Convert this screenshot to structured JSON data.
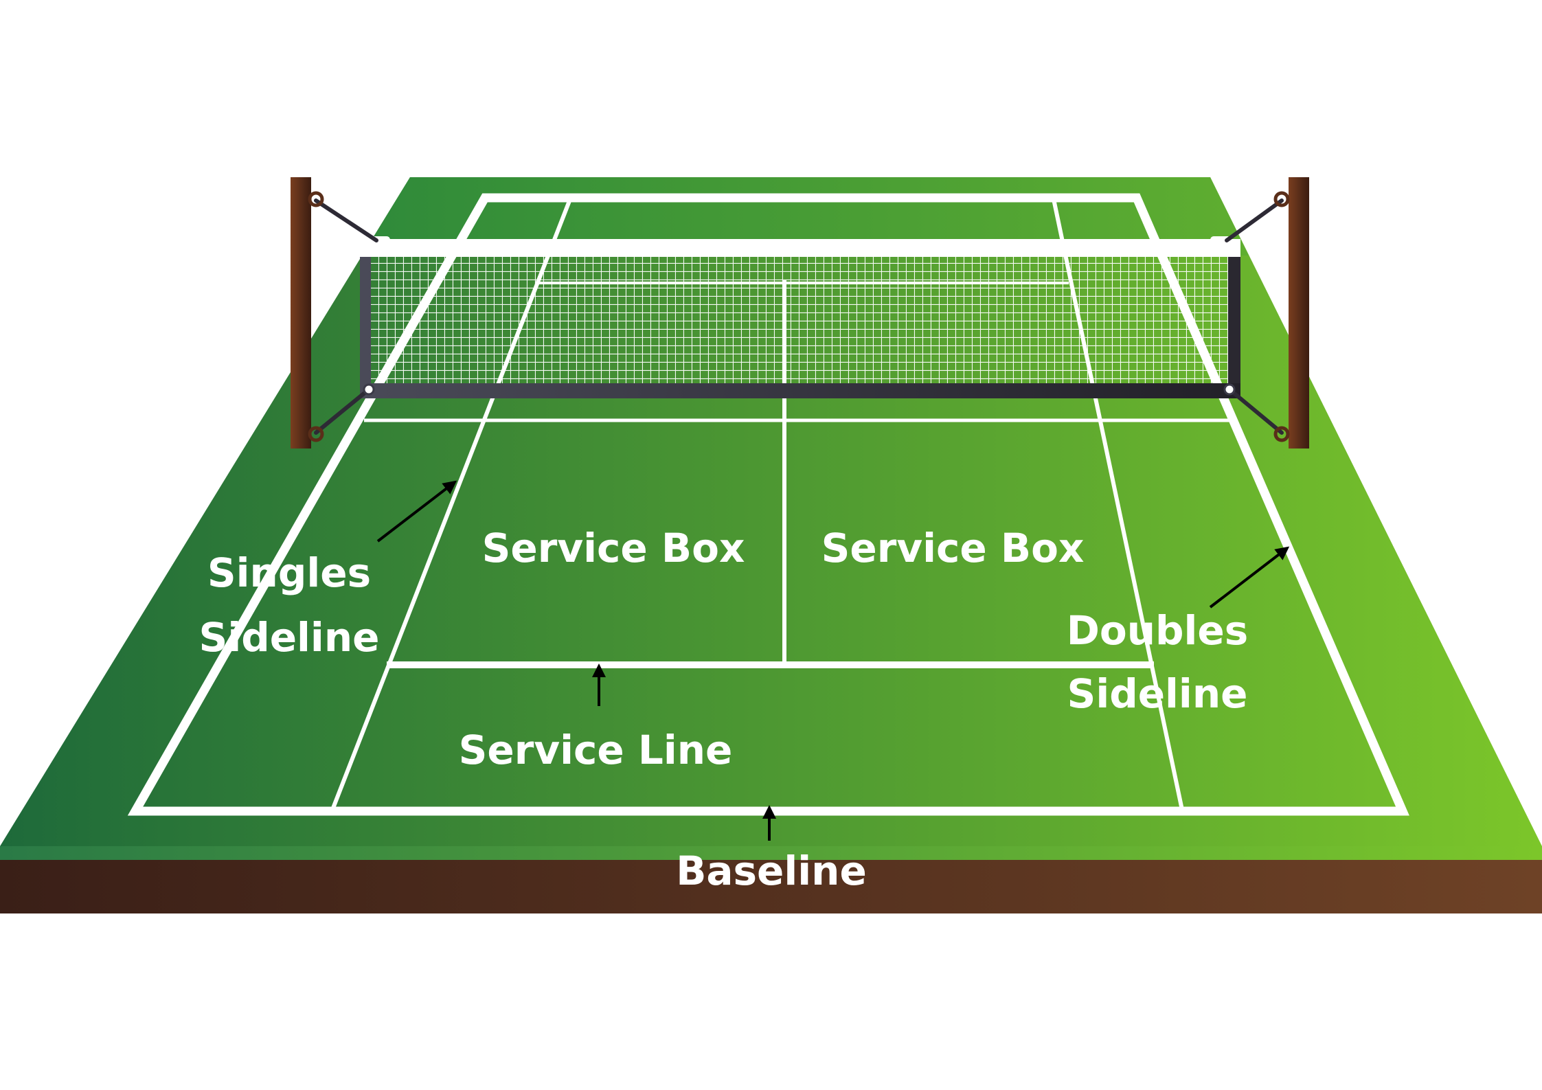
{
  "labels": {
    "singles_sideline_line1": "Singles",
    "singles_sideline_line2": "Sideline",
    "service_box_left": "Service Box",
    "service_box_right": "Service Box",
    "doubles_sideline_line1": "Doubles",
    "doubles_sideline_line2": "Sideline",
    "service_line": "Service Line",
    "baseline": "Baseline"
  },
  "colors": {
    "court_dark": "#1e6a3a",
    "court_light": "#7cc62a",
    "far_court_dark": "#2f8a3a",
    "far_court_light": "#5fae30",
    "soil_dark": "#3a1f17",
    "soil_light": "#6e4226",
    "edge_strip": "#2e8a48",
    "court_lines": "#ffffff",
    "net_frame": "#3b3a48",
    "net_mesh": "#ffffff",
    "post": "#5a2e19",
    "arrow": "#000000"
  }
}
